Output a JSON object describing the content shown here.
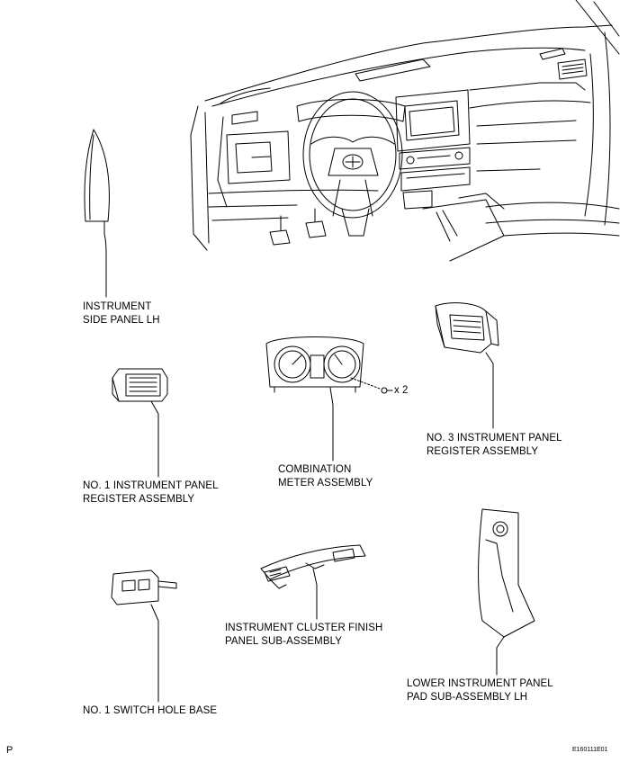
{
  "diagram": {
    "parts": [
      {
        "id": "side-panel",
        "line1": "INSTRUMENT",
        "line2": "SIDE PANEL LH"
      },
      {
        "id": "no1-register",
        "line1": "NO. 1 INSTRUMENT PANEL",
        "line2": "REGISTER ASSEMBLY"
      },
      {
        "id": "combination-meter",
        "line1": "COMBINATION",
        "line2": "METER ASSEMBLY"
      },
      {
        "id": "no3-register",
        "line1": "NO. 3 INSTRUMENT PANEL",
        "line2": "REGISTER ASSEMBLY"
      },
      {
        "id": "cluster-finish-panel",
        "line1": "INSTRUMENT CLUSTER FINISH",
        "line2": "PANEL SUB-ASSEMBLY"
      },
      {
        "id": "switch-hole-base",
        "line1": "NO. 1 SWITCH HOLE BASE",
        "line2": ""
      },
      {
        "id": "lower-panel-pad",
        "line1": "LOWER INSTRUMENT PANEL",
        "line2": "PAD SUB-ASSEMBLY LH"
      }
    ],
    "screw_quantity": "x 2",
    "corner_letter": "P",
    "figure_code": "E160111E01"
  }
}
